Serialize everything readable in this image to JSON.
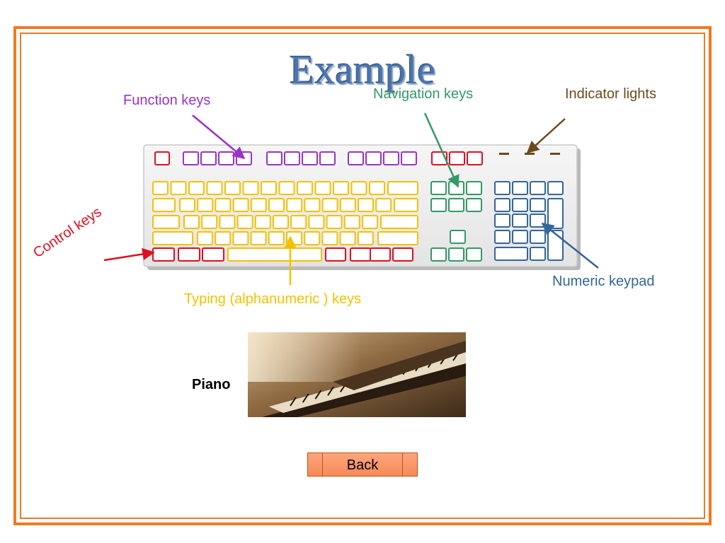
{
  "title": "Example",
  "callouts": {
    "function_keys": "Function keys",
    "navigation_keys": "Navigation keys",
    "indicator_lights": "Indicator lights",
    "control_keys": "Control keys",
    "numeric_keypad": "Numeric keypad",
    "typing_keys": "Typing (alphanumeric ) keys"
  },
  "piano": {
    "label": "Piano"
  },
  "back_button": {
    "label": "Back"
  },
  "colors": {
    "frame": "#ef7a22",
    "title": "#4a74ad",
    "function": "#9933cc",
    "navigation": "#339966",
    "indicator": "#6b4a1e",
    "control": "#dd1122",
    "numeric": "#336699",
    "typing": "#f2c200",
    "button": "#f78a5a"
  }
}
